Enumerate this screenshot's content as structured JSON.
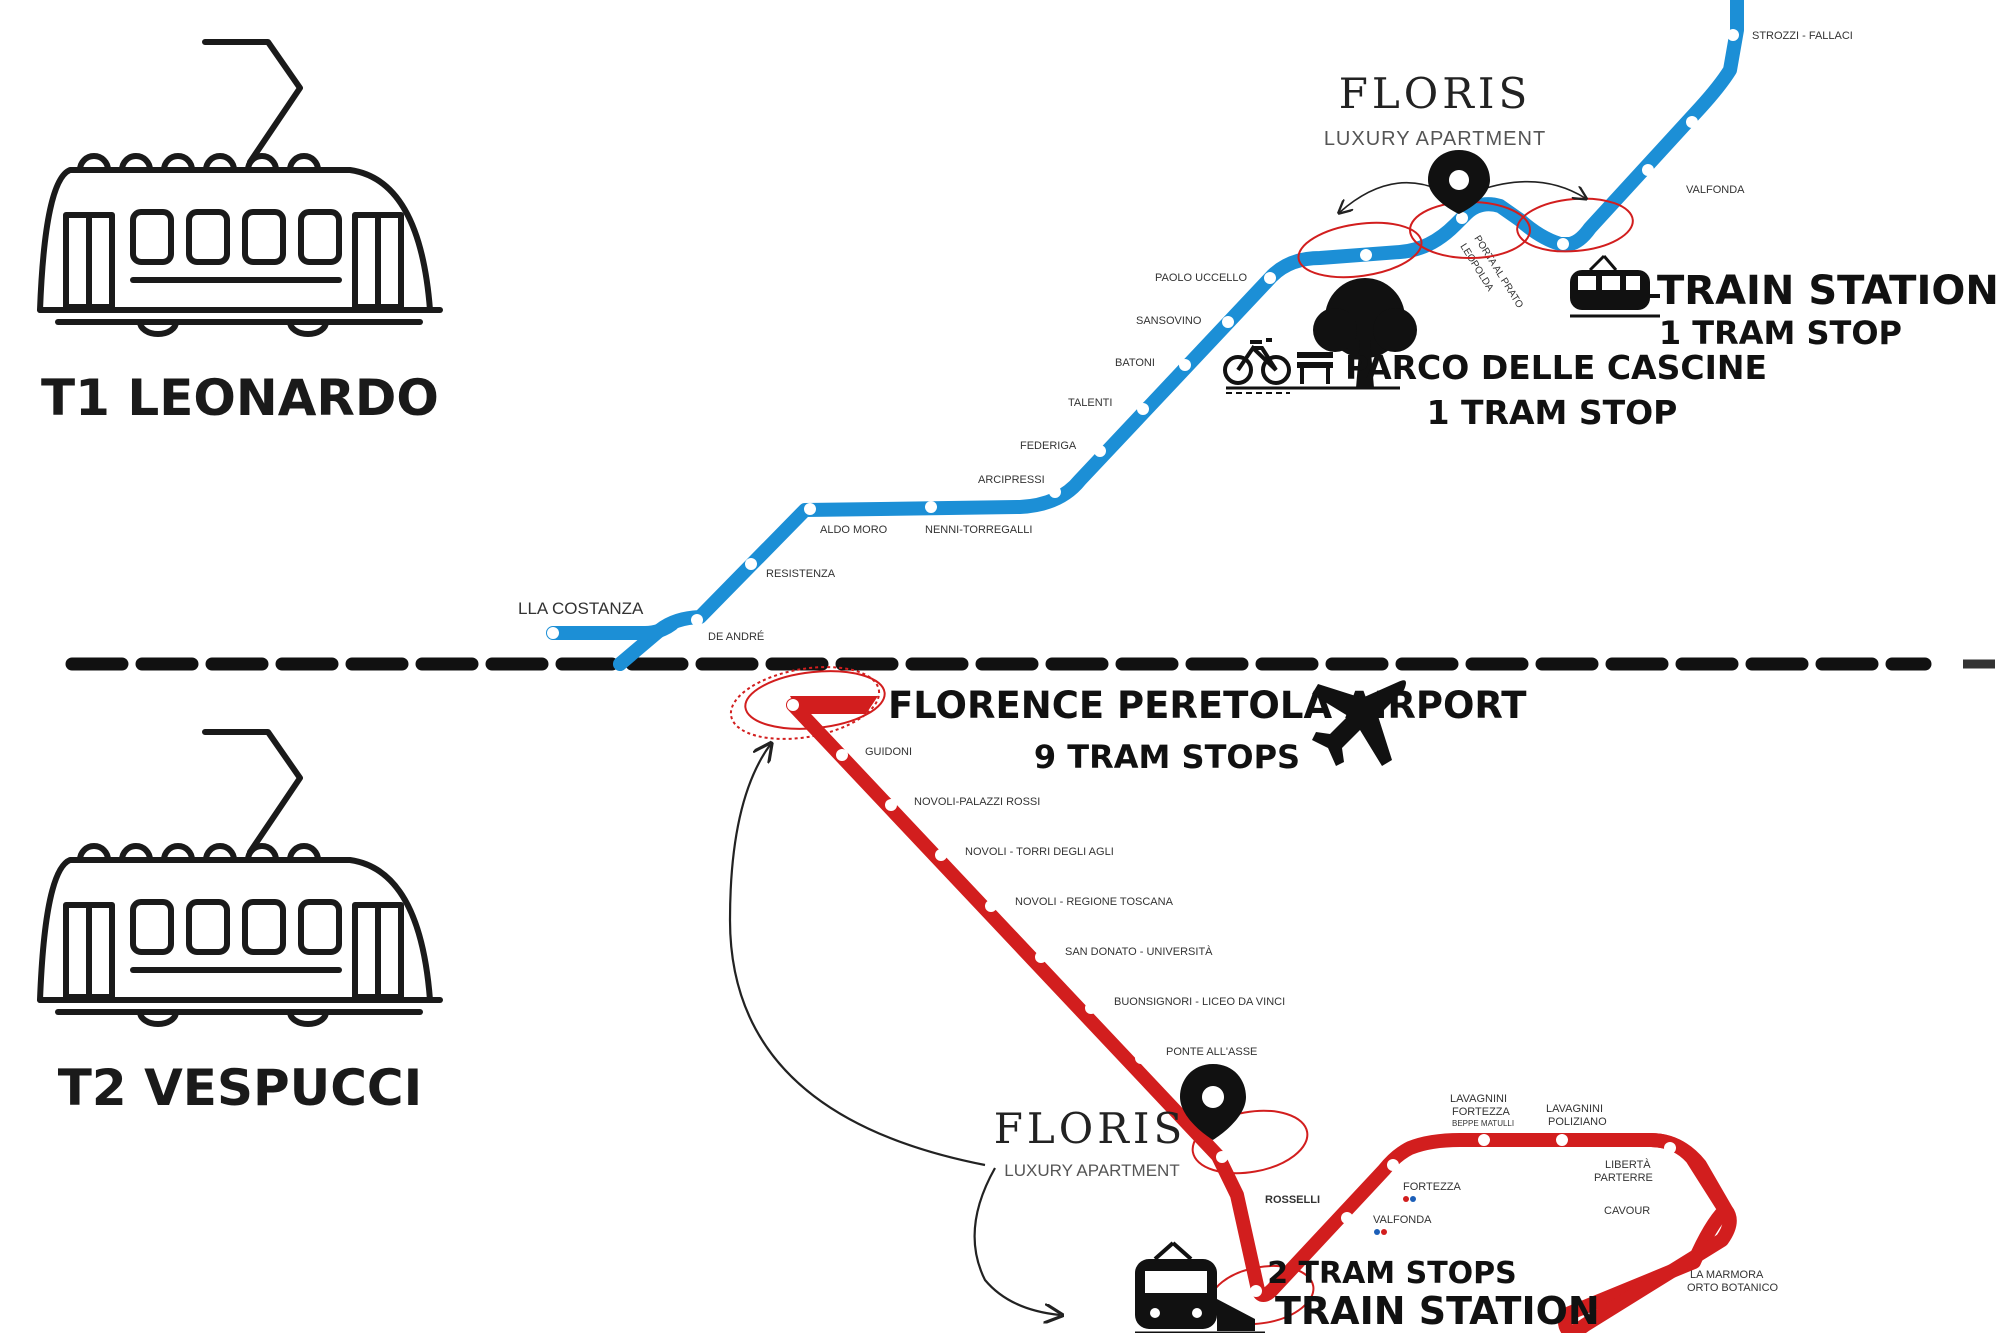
{
  "lines": {
    "t1": {
      "name": "T1 LEONARDO",
      "color": "#1c8fd6"
    },
    "t2": {
      "name": "T2 VESPUCCI",
      "color": "#d21e1e"
    }
  },
  "brand": {
    "name": "FLORIS",
    "tagline": "LUXURY APARTMENT"
  },
  "t1_stops": {
    "costanza": "LLA COSTANZA",
    "de_andre": "DE ANDRÉ",
    "resistenza": "RESISTENZA",
    "aldo_moro": "ALDO MORO",
    "nenni": "NENNI-TORREGALLI",
    "arcipressi": "ARCIPRESSI",
    "federiga": "FEDERIGA",
    "talenti": "TALENTI",
    "batoni": "BATONI",
    "sansovino": "SANSOVINO",
    "paolo_uccello": "PAOLO UCCELLO",
    "porta_al_prato": "PORTA AL PRATO",
    "leopolda": "LEOPOLDA",
    "valfonda": "VALFONDA",
    "strozzi": "STROZZI - FALLACI"
  },
  "t1_callouts": {
    "train_station": "TRAIN STATION",
    "train_stops": "1 TRAM STOP",
    "park": "PARCO DELLE CASCINE",
    "park_stops": "1 TRAM STOP"
  },
  "t2_stops": {
    "guidoni": "GUIDONI",
    "novoli_palazzi": "NOVOLI-PALAZZI ROSSI",
    "novoli_torri": "NOVOLI - TORRI DEGLI AGLI",
    "novoli_regione": "NOVOLI - REGIONE TOSCANA",
    "san_donato": "SAN DONATO - UNIVERSITÀ",
    "buonsignori": "BUONSIGNORI - LICEO DA VINCI",
    "ponte_asse": "PONTE ALL'ASSE",
    "rosselli": "ROSSELLI",
    "fortezza": "FORTEZZA",
    "valfonda": "VALFONDA",
    "lavagnini_fortezza_1": "LAVAGNINI",
    "lavagnini_fortezza_2": "FORTEZZA",
    "lavagnini_fortezza_3": "BEPPE MATULLI",
    "lavagnini_poliziano_1": "LAVAGNINI",
    "lavagnini_poliziano_2": "POLIZIANO",
    "liberta_1": "LIBERTÀ",
    "liberta_2": "PARTERRE",
    "cavour": "CAVOUR",
    "la_marmora_1": "LA MARMORA",
    "la_marmora_2": "ORTO BOTANICO"
  },
  "t2_callouts": {
    "airport": "FLORENCE PERETOLA AIRPORT",
    "airport_stops": "9 TRAM STOPS",
    "station_stops": "2 TRAM STOPS",
    "train_station": "TRAIN STATION"
  }
}
